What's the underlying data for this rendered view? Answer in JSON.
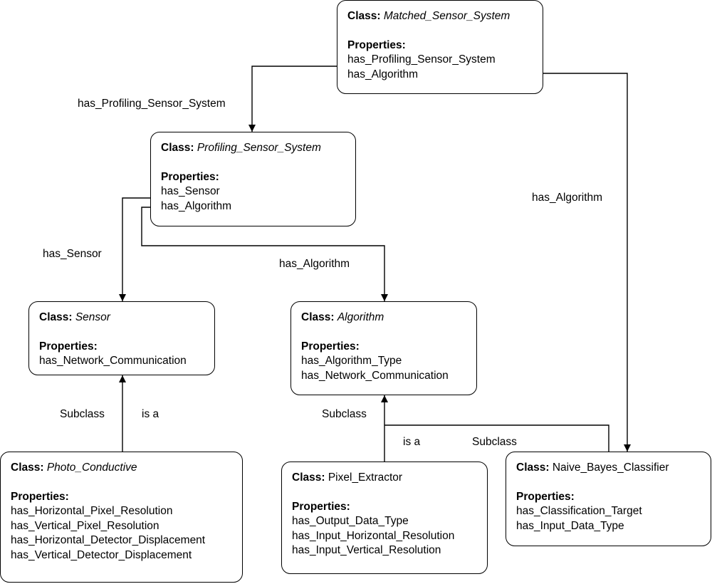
{
  "class_label": "Class:",
  "properties_label": "Properties:",
  "nodes": {
    "matched_sensor_system": {
      "name": "Matched_Sensor_System",
      "properties": [
        "has_Profiling_Sensor_System",
        "has_Algorithm"
      ]
    },
    "profiling_sensor_system": {
      "name": "Profiling_Sensor_System",
      "properties": [
        "has_Sensor",
        "has_Algorithm"
      ]
    },
    "sensor": {
      "name": "Sensor",
      "properties": [
        "has_Network_Communication"
      ]
    },
    "algorithm": {
      "name": "Algorithm",
      "properties": [
        "has_Algorithm_Type",
        "has_Network_Communication"
      ]
    },
    "photo_conductive": {
      "name": "Photo_Conductive",
      "properties": [
        "has_Horizontal_Pixel_Resolution",
        "has_Vertical_Pixel_Resolution",
        "has_Horizontal_Detector_Displacement",
        "has_Vertical_Detector_Displacement"
      ]
    },
    "pixel_extractor": {
      "name": "Pixel_Extractor",
      "properties": [
        "has_Output_Data_Type",
        "has_Input_Horizontal_Resolution",
        "has_Input_Vertical_Resolution"
      ]
    },
    "naive_bayes_classifier": {
      "name": "Naive_Bayes_Classifier",
      "properties": [
        "has_Classification_Target",
        "has_Input_Data_Type"
      ]
    }
  },
  "edges": {
    "mss_to_pss": "has_Profiling_Sensor_System",
    "mss_to_nbc": "has_Algorithm",
    "pss_to_sensor": "has_Sensor",
    "pss_to_algorithm": "has_Algorithm",
    "photo_subclass": "Subclass",
    "photo_is_a": "is a",
    "pixel_subclass": "Subclass",
    "pixel_is_a": "is a",
    "naive_subclass": "Subclass"
  }
}
